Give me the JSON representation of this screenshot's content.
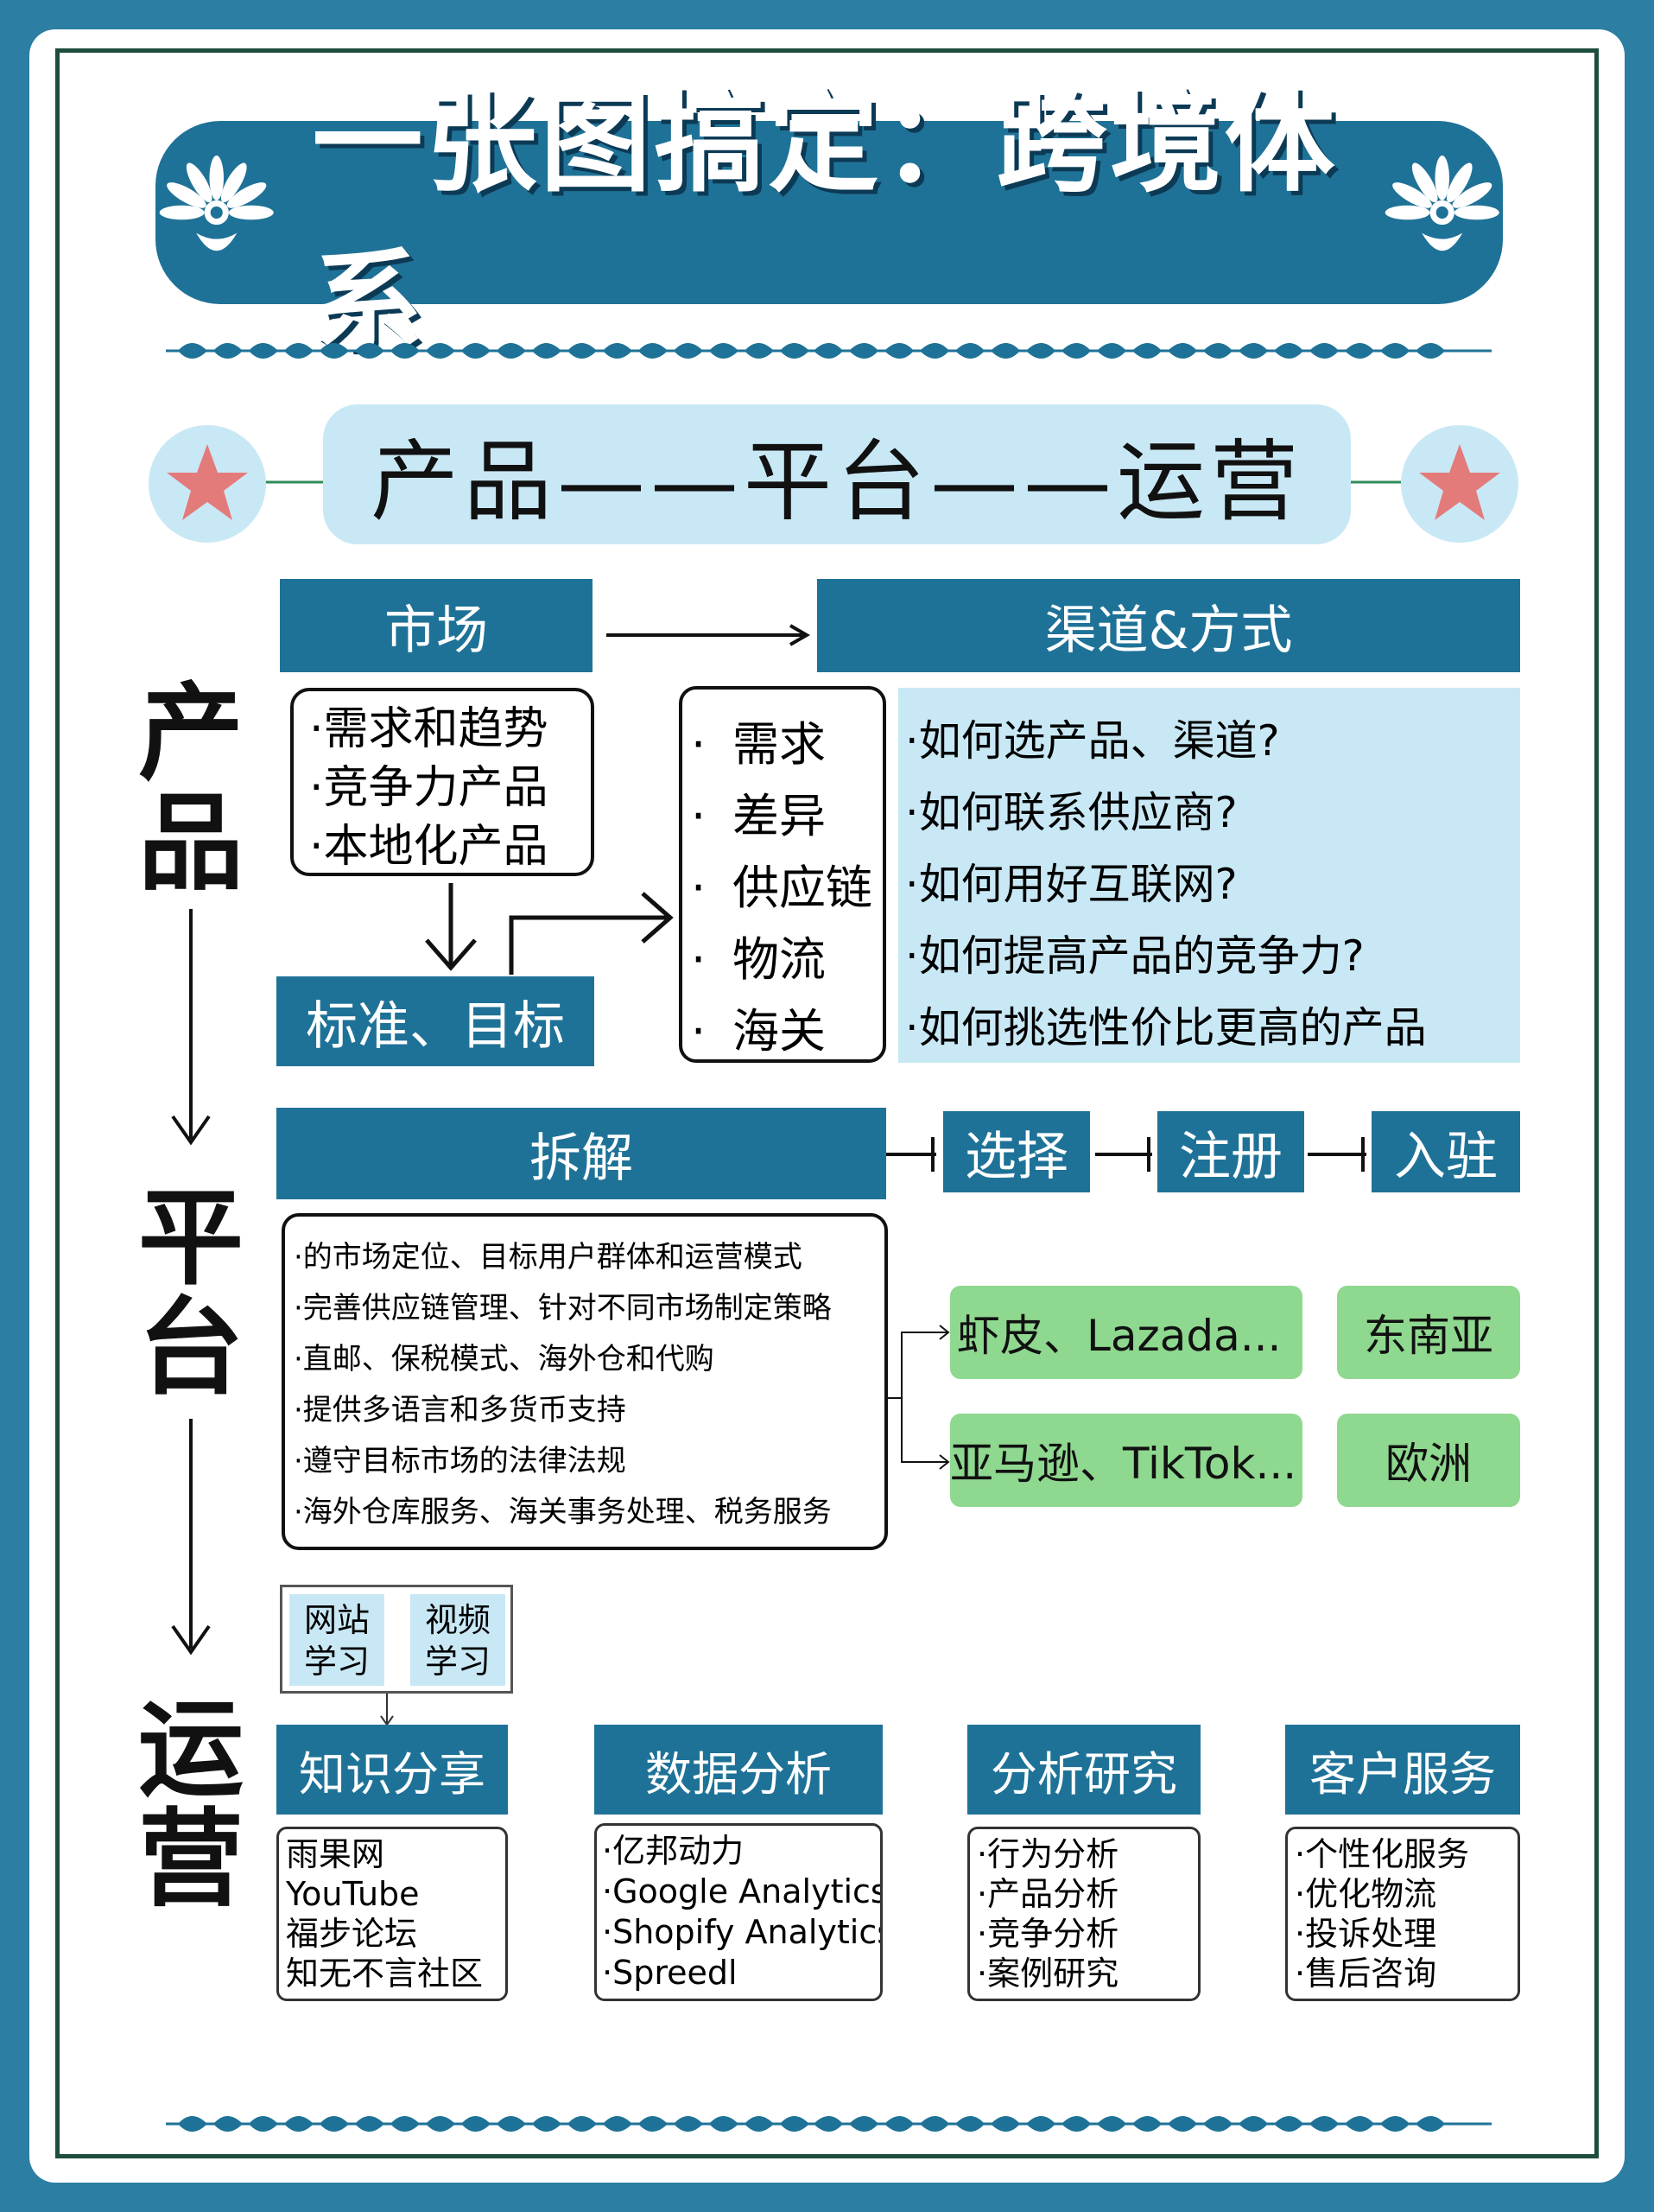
{
  "title": "一张图搞定：跨境体系",
  "subtitle": "产品——平台——运营",
  "side_labels": {
    "product": "产品",
    "platform": "平台",
    "operation": "运营"
  },
  "product": {
    "market_label": "市场",
    "channel_label": "渠道&方式",
    "market_items": [
      "·需求和趋势",
      "·竞争力产品",
      "·本地化产品"
    ],
    "standard_label": "标准、目标",
    "factors": [
      "需求",
      "差异",
      "供应链",
      "物流",
      "海关"
    ],
    "factor_bullet": "·",
    "questions": [
      "·如何选产品、渠道?",
      "·如何联系供应商?",
      "·如何用好互联网?",
      "·如何提高产品的竞争力?",
      "·如何挑选性价比更高的产品"
    ]
  },
  "platform": {
    "breakdown_label": "拆解",
    "steps": [
      "选择",
      "注册",
      "入驻"
    ],
    "details": [
      "·的市场定位、目标用户群体和运营模式",
      "·完善供应链管理、针对不同市场制定策略",
      "·直邮、保税模式、海外仓和代购",
      "·提供多语言和多货币支持",
      "·遵守目标市场的法律法规",
      "·海外仓库服务、海关事务处理、税务服务"
    ],
    "examples": [
      {
        "platforms": "虾皮、Lazada...",
        "region": "东南亚"
      },
      {
        "platforms": "亚马逊、TikTok...",
        "region": "欧洲"
      }
    ]
  },
  "operation": {
    "learning": [
      {
        "label": [
          "网站",
          "学习"
        ]
      },
      {
        "label": [
          "视频",
          "学习"
        ]
      }
    ],
    "categories": [
      {
        "label": "知识分享",
        "items": [
          "雨果网",
          "YouTube",
          "福步论坛",
          "知无不言社区"
        ]
      },
      {
        "label": "数据分析",
        "items": [
          "·亿邦动力",
          "·Google Analytics",
          "·Shopify Analytics",
          "·Spreedl"
        ]
      },
      {
        "label": "分析研究",
        "items": [
          "·行为分析",
          "·产品分析",
          "·竞争分析",
          "·案例研究"
        ]
      },
      {
        "label": "客户服务",
        "items": [
          "·个性化服务",
          "·优化物流",
          "·投诉处理",
          "·售后咨询"
        ]
      }
    ]
  },
  "colors": {
    "background": "#2c7ea3",
    "primary_blue": "#1f7297",
    "light_blue": "#c9e8f5",
    "green": "#8fd88f",
    "star": "#e37b7b"
  }
}
